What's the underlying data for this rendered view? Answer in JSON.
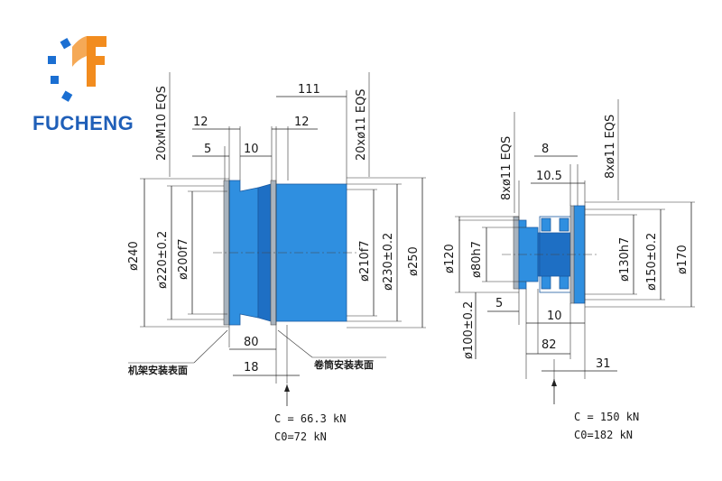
{
  "brand": {
    "name": "FUCHENG",
    "colors": {
      "blue": "#1b6fd2",
      "orange": "#f28c1e",
      "text": "#1f5fb8"
    }
  },
  "left_drawing": {
    "bolt_note_left": "20xM10 EQS",
    "bolt_note_right": "20xø11 EQS",
    "dims_top": [
      "12",
      "12",
      "5",
      "10",
      "111"
    ],
    "diameters_left": [
      "ø240",
      "ø220±0.2",
      "ø200f7"
    ],
    "diameters_right": [
      "ø210f7",
      "ø230±0.2",
      "ø250"
    ],
    "dims_bottom": [
      "80",
      "18"
    ],
    "label_frame": "机架安装表面",
    "label_drum": "卷筒安装表面",
    "load_c": "C = 66.3 kN",
    "load_c0": "C0=72 kN"
  },
  "right_drawing": {
    "bolt_note_left": "8xø11 EQS",
    "bolt_note_right": "8xø11 EQS",
    "dims_top": [
      "8",
      "10.5"
    ],
    "diameters_left": [
      "ø120",
      "ø80h7",
      "ø100±0.2"
    ],
    "diameters_right": [
      "ø130h7",
      "ø150±0.2",
      "ø170"
    ],
    "dims_bottom": [
      "5",
      "10",
      "82",
      "31"
    ],
    "load_c": "C = 150 kN",
    "load_c0": "C0=182 kN"
  }
}
